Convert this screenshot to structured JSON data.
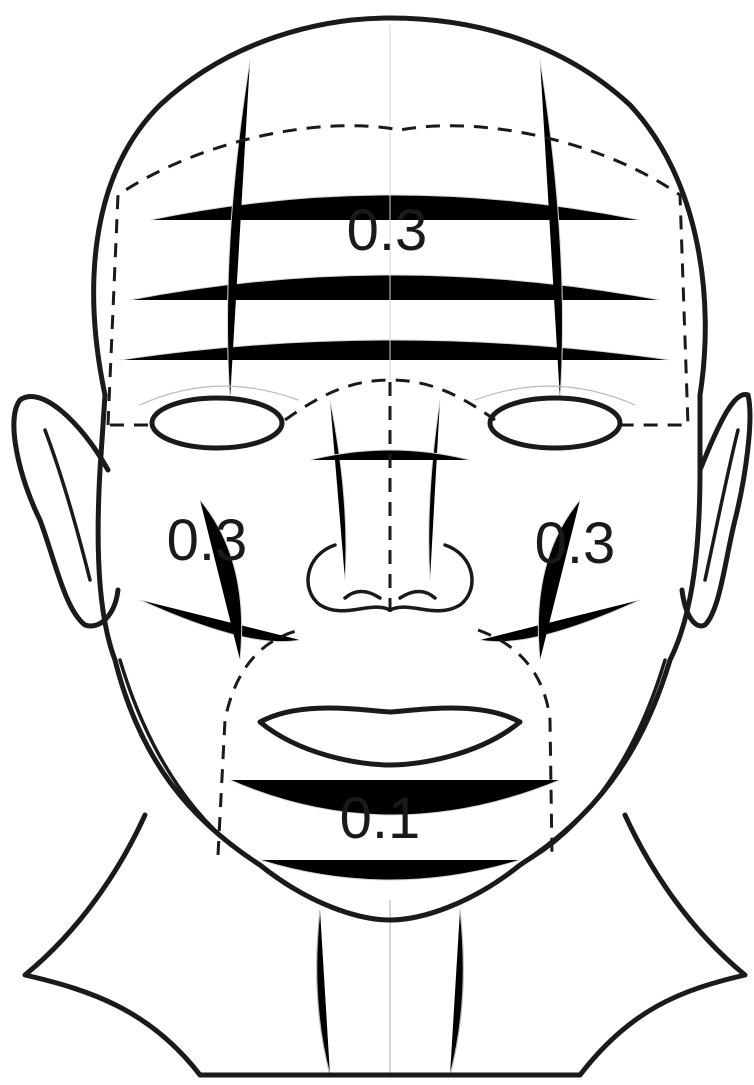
{
  "regions": {
    "forehead": {
      "value": "0.3"
    },
    "left_cheek": {
      "value": "0.3"
    },
    "right_cheek": {
      "value": "0.3"
    },
    "chin": {
      "value": "0.1"
    }
  }
}
